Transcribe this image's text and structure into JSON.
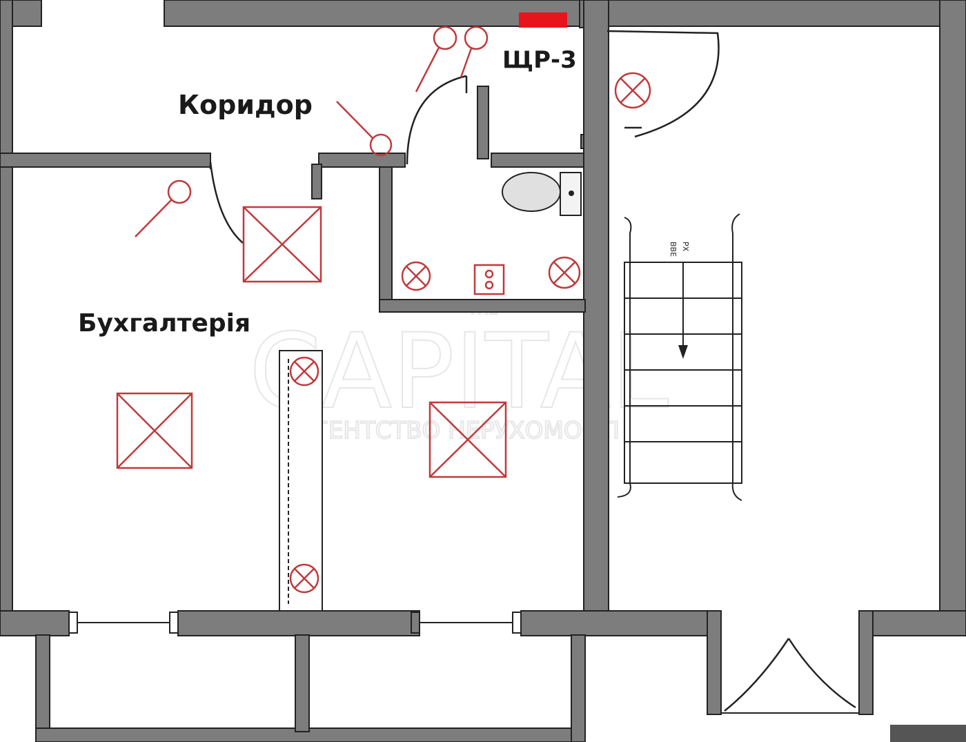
{
  "rooms": {
    "corridor": "Коридор",
    "accounting": "Бухгалтерія",
    "panel": "ЩР-3"
  },
  "stairs": {
    "mark_up": "ВВЕ",
    "mark_down": "РХ"
  },
  "watermark": {
    "top": "THE",
    "main": "CAPITAL",
    "sub": "АГЕНТСТВО НЕРУХОМОСТІ"
  },
  "colors": {
    "wall": "#7d7d7d",
    "electrical": "#c0393b",
    "panel": "#e8141c"
  },
  "symbols": {
    "ceiling_panel": "square-lamp-icon",
    "ceiling_light": "circle-cross-lamp-icon",
    "switch": "switch-icon",
    "socket": "socket-icon"
  }
}
